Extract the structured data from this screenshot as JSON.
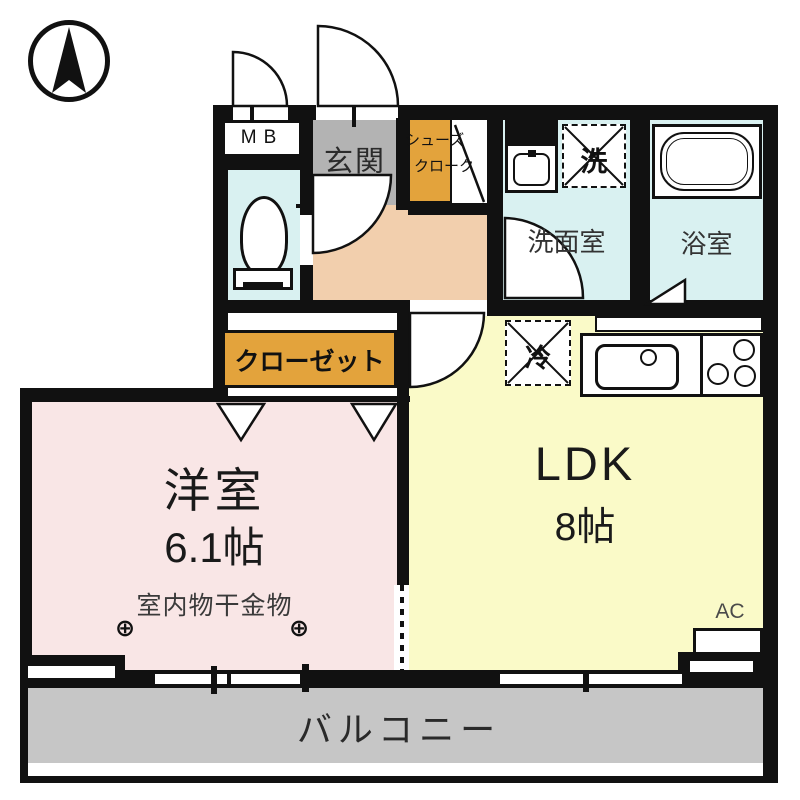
{
  "floorplan": {
    "compass": {
      "icon": "north-arrow"
    },
    "labels": {
      "meter_box": "MB",
      "air_conditioner": "AC"
    },
    "rooms": {
      "entrance": {
        "name": "玄関",
        "floor_color": "#b3b3b3"
      },
      "hallway": {
        "floor_color": "#f2cfad"
      },
      "toilet": {
        "floor_color": "#d9f1f1"
      },
      "shoe_closet": {
        "name_line1": "シューズ",
        "name_line2": "クローク",
        "color": "#e3a33c"
      },
      "washroom": {
        "name": "洗面室",
        "floor_color": "#d9f1f1"
      },
      "bathroom": {
        "name": "浴室",
        "floor_color": "#d9f1f1"
      },
      "closet": {
        "name": "クローゼット",
        "color": "#e3a33c"
      },
      "western_room": {
        "name": "洋室",
        "size": "6.1帖",
        "note": "室内物干金物",
        "hook_symbol": "⊕",
        "floor_color": "#f9e6e6"
      },
      "ldk": {
        "name": "LDK",
        "size": "8帖",
        "floor_color": "#fafac8"
      },
      "balcony": {
        "name": "バルコニー",
        "floor_color": "#c6c6c6"
      }
    },
    "symbols": {
      "washing_machine": "洗",
      "refrigerator": "冷"
    },
    "colors": {
      "wall": "#111111"
    }
  }
}
